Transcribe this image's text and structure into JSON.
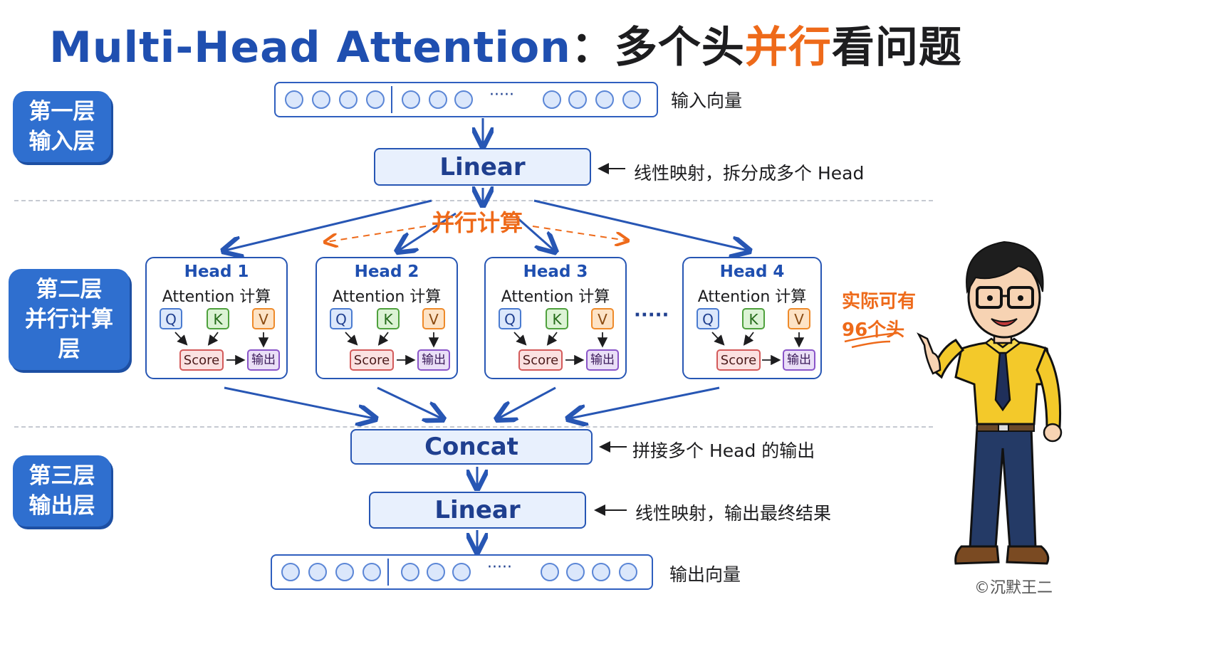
{
  "title": {
    "en": "Multi-Head Attention",
    "colon": "：",
    "cn_a": "多个头",
    "cn_hl": "并行",
    "cn_b": "看问题"
  },
  "layers": {
    "l1": {
      "line1": "第一层",
      "line2": "输入层"
    },
    "l2": {
      "line1": "第二层",
      "line2": "并行计算层"
    },
    "l3": {
      "line1": "第三层",
      "line2": "输出层"
    }
  },
  "input_vector": {
    "label": "输入向量",
    "ellipsis": "·····"
  },
  "linear_in": {
    "label": "Linear",
    "note": "线性映射，拆分成多个 Head"
  },
  "parallel_label": "并行计算",
  "heads": [
    {
      "title": "Head 1",
      "sub": "Attention 计算",
      "q": "Q",
      "k": "K",
      "v": "V",
      "score": "Score",
      "out": "输出"
    },
    {
      "title": "Head 2",
      "sub": "Attention 计算",
      "q": "Q",
      "k": "K",
      "v": "V",
      "score": "Score",
      "out": "输出"
    },
    {
      "title": "Head 3",
      "sub": "Attention 计算",
      "q": "Q",
      "k": "K",
      "v": "V",
      "score": "Score",
      "out": "输出"
    },
    {
      "title": "Head 4",
      "sub": "Attention 计算",
      "q": "Q",
      "k": "K",
      "v": "V",
      "score": "Score",
      "out": "输出"
    }
  ],
  "heads_ellipsis": "·····",
  "side_note": {
    "line1": "实际可有",
    "line2": "96个头"
  },
  "concat": {
    "label": "Concat",
    "note": "拼接多个 Head 的输出"
  },
  "linear_out": {
    "label": "Linear",
    "note": "线性映射，输出最终结果"
  },
  "output_vector": {
    "label": "输出向量",
    "ellipsis": "·····"
  },
  "copyright": "©沉默王二",
  "colors": {
    "accent_blue": "#2756b4",
    "accent_orange": "#ee6a1a",
    "badge_blue": "#2f6fcf"
  }
}
